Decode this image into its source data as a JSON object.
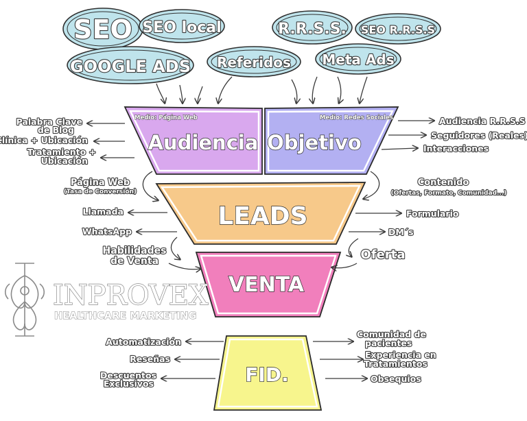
{
  "sources_left": {
    "seo": "SEO",
    "seo_local": "SEO local",
    "google_ads": "GOOGLE ADS",
    "referidos": "Referidos"
  },
  "sources_right": {
    "rrss": "R.R.S.S.",
    "seo_rrss": "SEO R.R.S.S",
    "meta_ads": "Meta Ads"
  },
  "funnel": {
    "audiencia": {
      "label": "Audiencia",
      "medium": "Medio: Página Web",
      "color": "#d9a8ee"
    },
    "objetivo": {
      "label": "Objetivo",
      "medium": "Medio: Redes Sociales",
      "color": "#b3b0f2"
    },
    "leads": {
      "label": "LEADS",
      "color": "#f7c98a"
    },
    "venta": {
      "label": "VENTA",
      "color": "#f17fbc"
    },
    "fid": {
      "label": "FID.",
      "color": "#f7f58d"
    }
  },
  "audiencia_left": [
    "Palabra Clave",
    "de Blog",
    "Clínica + Ubicación",
    "Tratamiento +",
    "Ubicación"
  ],
  "objetivo_right": [
    "Audiencia R.R.S.S",
    "Seguidores (Reales)",
    "Interacciones"
  ],
  "pagina_web": {
    "title": "Página Web",
    "sub": "(Tasa de Conversión)"
  },
  "contenido": {
    "title": "Contenido",
    "sub": "(Ofertas, Formato, Comunidad...)"
  },
  "leads_left": [
    "Llamada",
    "WhatsApp"
  ],
  "leads_right": [
    "Formulario",
    "DM´s"
  ],
  "habilidades": [
    "Habilidades",
    "de Venta"
  ],
  "oferta": "Oferta",
  "logo": {
    "name": "INPROVEX",
    "tagline": "HEALTHCARE MARKETING"
  },
  "fid_left": [
    "Automatización",
    "Reseñas",
    "Descuentos",
    "Exclusivos"
  ],
  "fid_right": [
    "Comunidad de",
    "pacientes",
    "Experiencia en",
    "Tratamientos",
    "Obsequios"
  ]
}
